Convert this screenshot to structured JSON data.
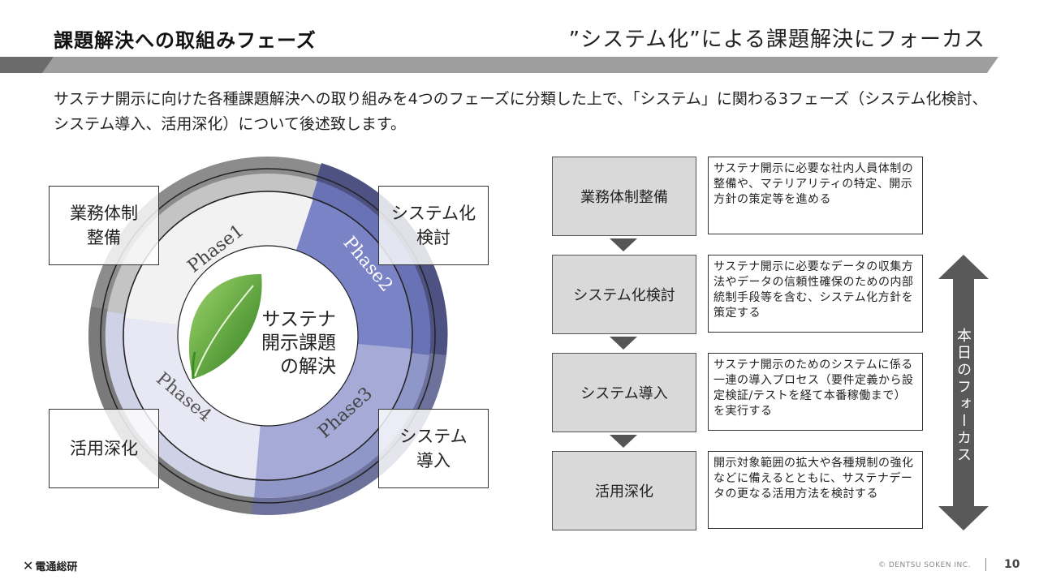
{
  "header": {
    "title": "課題解決への取組みフェーズ",
    "subtitle": "”システム化”による課題解決にフォーカス"
  },
  "intro": "サステナ開示に向けた各種課題解決への取り組みを4つのフェーズに分類した上で、「システム」に関わる3フェーズ（システム化検討、システム導入、活用深化）について後述致します。",
  "wheel": {
    "center": "サステナ\n開示課題\nの解決",
    "phases": [
      {
        "label": "Phase1",
        "name": "業務体制\n整備"
      },
      {
        "label": "Phase2",
        "name": "システム化\n検討"
      },
      {
        "label": "Phase3",
        "name": "システム\n導入"
      },
      {
        "label": "Phase4",
        "name": "活用深化"
      }
    ]
  },
  "steps": [
    {
      "name": "業務体制整備",
      "desc": "サステナ開示に必要な社内人員体制の整備や、マテリアリティの特定、開示方針の策定等を進める"
    },
    {
      "name": "システム化検討",
      "desc": "サステナ開示に必要なデータの収集方法やデータの信頼性確保のための内部統制手段等を含む、システム化方針を策定する"
    },
    {
      "name": "システム導入",
      "desc": "サステナ開示のためのシステムに係る一連の導入プロセス（要件定義から設定検証/テストを経て本番稼働まで）を実行する"
    },
    {
      "name": "活用深化",
      "desc": "開示対象範囲の拡大や各種規制の強化などに備えるとともに、サステナデータの更なる活用方法を検討する"
    }
  ],
  "focus_label": "本日のフォーカス",
  "footer": {
    "logo": "電通総研",
    "copyright": "© DENTSU SOKEN INC.",
    "page": "10"
  },
  "colors": {
    "band": "#9e9e9e",
    "band_dark": "#6b6b6b",
    "phase2": "#7a83c6",
    "phase3": "#a5abd6",
    "phase4": "#e7e8f3",
    "phase1": "#f2f2f2",
    "outer_dark": "#4d5282",
    "step_fill": "#d9d9d9",
    "focus_arrow": "#595959",
    "leaf": "#4f9e32"
  }
}
